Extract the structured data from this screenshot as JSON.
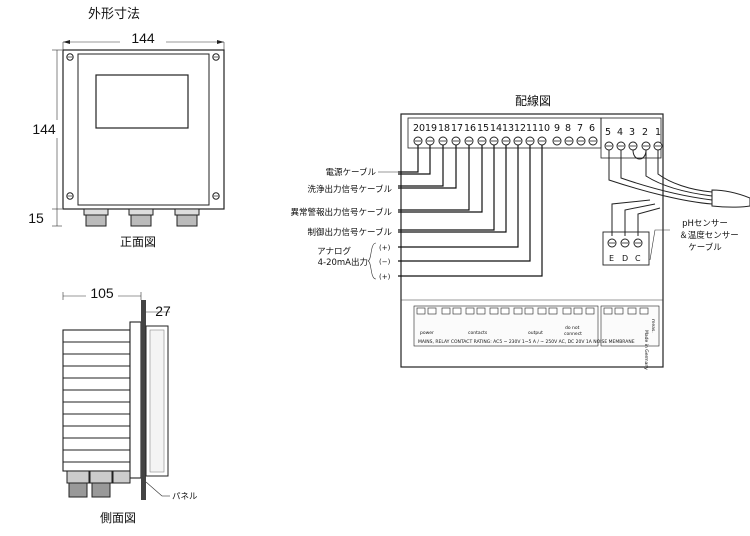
{
  "outline": {
    "title": "外形寸法",
    "width_dim": "144",
    "height_dim": "144",
    "gland_dim": "15",
    "front_label": "正面図"
  },
  "side": {
    "depth_dim": "105",
    "panel_dim": "27",
    "panel_label": "パネル",
    "side_label": "側面図"
  },
  "wiring": {
    "title": "配線図",
    "terminals_left": [
      "20",
      "19",
      "18",
      "17",
      "16",
      "15",
      "14",
      "13",
      "12",
      "11",
      "10",
      "9",
      "8",
      "7",
      "6"
    ],
    "terminals_right": [
      "5",
      "4",
      "3",
      "2",
      "1"
    ],
    "sensor_terminals": [
      "E",
      "D",
      "C"
    ],
    "labels": {
      "power": "電源ケーブル",
      "wash": "洗浄出力信号ケーブル",
      "alarm": "異常警報出力信号ケーブル",
      "control": "制御出力信号ケーブル",
      "analog1": "アナログ",
      "analog2": "4-20mA出力",
      "plus1": "(+)",
      "minus": "(−)",
      "plus2": "(+)",
      "sensor1": "pHセンサー",
      "sensor2": "＆温度センサー",
      "sensor3": "ケーブル"
    },
    "board_labels": {
      "power": "power",
      "contacts": "contacts",
      "output": "output",
      "do_not": "do not",
      "connect": "connect",
      "made_in": "Made in Germany",
      "meas": "meas.",
      "rating": "MAINS, RELAY CONTACT RATING: AC5 ~ 230V 1~5 A / ~ 250V AC, DC 20V 1A    NOISE MEMBRANE"
    }
  }
}
